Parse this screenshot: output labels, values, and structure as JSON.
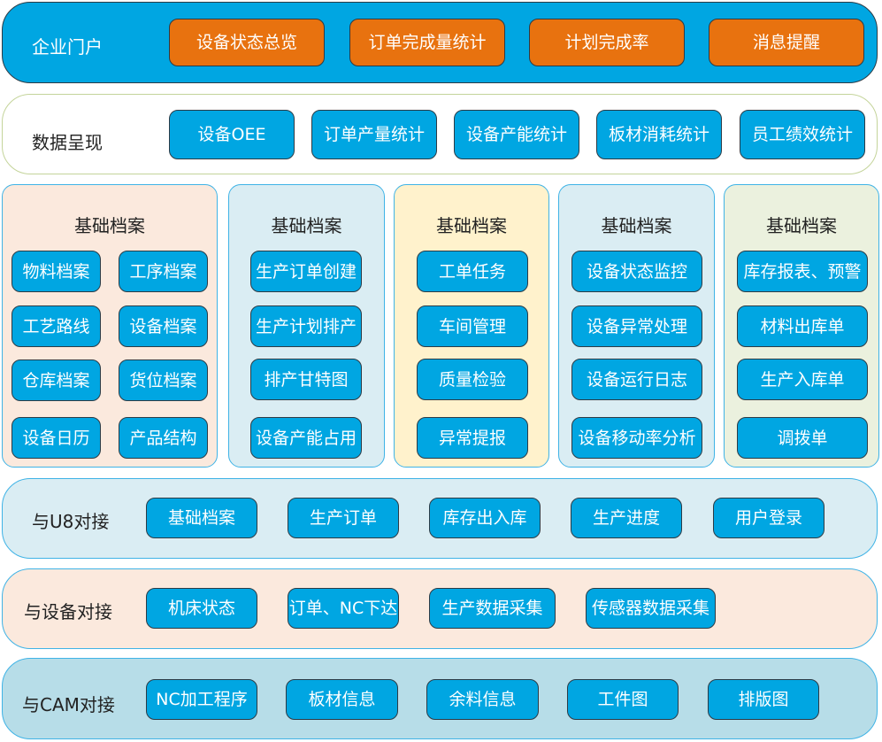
{
  "portal": {
    "label": "企业门户",
    "items": [
      "设备状态总览",
      "订单完成量统计",
      "计划完成率",
      "消息提醒"
    ]
  },
  "data_view": {
    "label": "数据呈现",
    "items": [
      "设备OEE",
      "订单产量统计",
      "设备产能统计",
      "板材消耗统计",
      "员工绩效统计"
    ]
  },
  "columns": [
    {
      "title": "基础档案",
      "items": [
        "物料档案",
        "工序档案",
        "工艺路线",
        "设备档案",
        "仓库档案",
        "货位档案",
        "设备日历",
        "产品结构"
      ]
    },
    {
      "title": "基础档案",
      "items": [
        "生产订单创建",
        "生产计划排产",
        "排产甘特图",
        "设备产能占用"
      ]
    },
    {
      "title": "基础档案",
      "items": [
        "工单任务",
        "车间管理",
        "质量检验",
        "异常提报"
      ]
    },
    {
      "title": "基础档案",
      "items": [
        "设备状态监控",
        "设备异常处理",
        "设备运行日志",
        "设备移动率分析"
      ]
    },
    {
      "title": "基础档案",
      "items": [
        "库存报表、预警",
        "材料出库单",
        "生产入库单",
        "调拨单"
      ]
    }
  ],
  "u8": {
    "label": "与U8对接",
    "items": [
      "基础档案",
      "生产订单",
      "库存出入库",
      "生产进度",
      "用户登录"
    ]
  },
  "device": {
    "label": "与设备对接",
    "items": [
      "机床状态",
      "订单、NC下达",
      "生产数据采集",
      "传感器数据采集"
    ]
  },
  "cam": {
    "label": "与CAM对接",
    "items": [
      "NC加工程序",
      "板材信息",
      "余料信息",
      "工件图",
      "排版图"
    ]
  }
}
